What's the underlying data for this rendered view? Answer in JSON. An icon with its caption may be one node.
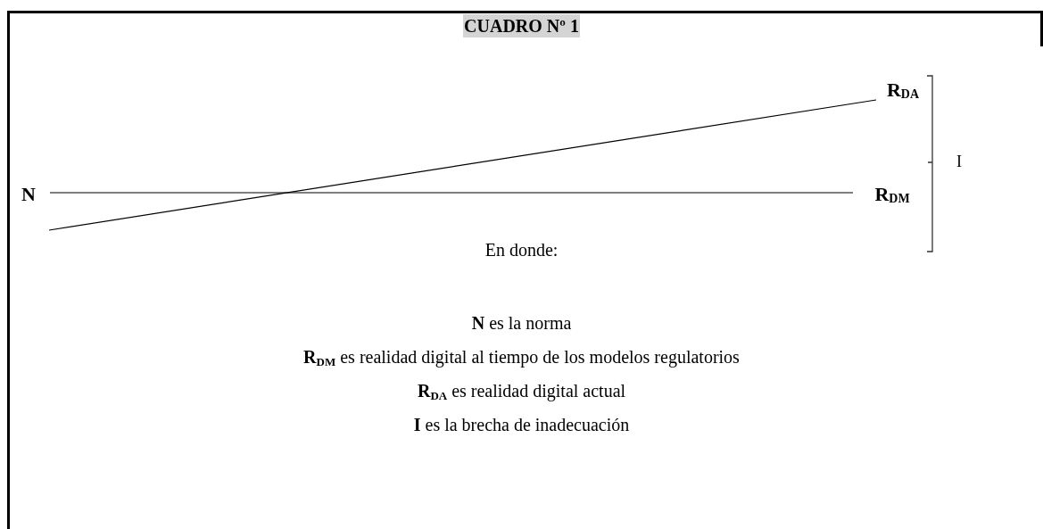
{
  "diagram": {
    "title": "CUADRO Nº 1",
    "nodes": [
      {
        "text": [
          "N"
        ]
      },
      {
        "text": [
          "R$_{DM}$"
        ]
      },
      {
        "text": [
          "R$_{DA}$"
        ]
      }
    ],
    "edges": [
      {
        "from": 0,
        "to": 1,
        "arrow": "none"
      },
      {
        "from": null,
        "to": 2,
        "arrow": "none"
      }
    ],
    "labels": [
      "I",
      "En donde:",
      "**N** es la norma",
      "**R**$_{DM}$ es realidad digital al tiempo de los modelos regulatorios",
      "**R**$_{DA}$ es realidad digital actual",
      "**I** es la brecha de inadecuación"
    ]
  }
}
